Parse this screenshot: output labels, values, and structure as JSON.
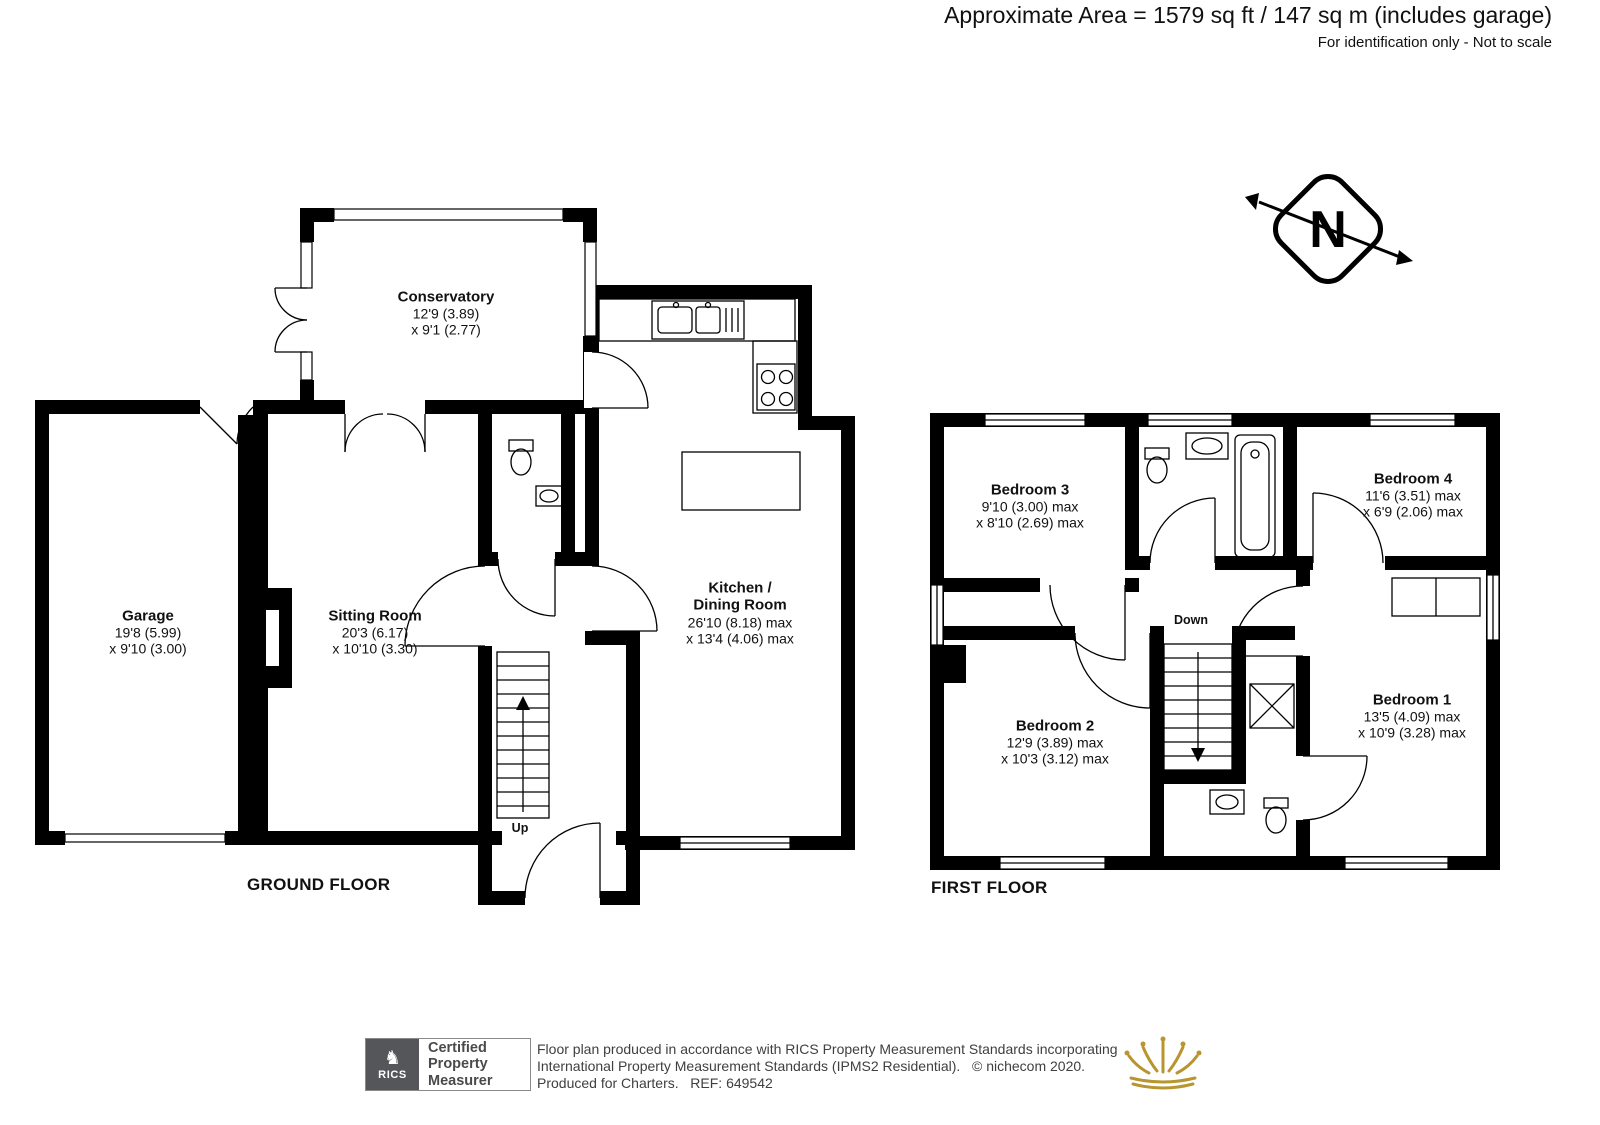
{
  "header": {
    "area": "Approximate Area = 1579 sq ft / 147 sq m (includes garage)",
    "disclaimer": "For identification only - Not to scale"
  },
  "compass": {
    "north": "N"
  },
  "ground_floor": {
    "title": "GROUND FLOOR",
    "stairs_label": "Up",
    "rooms": {
      "conservatory": {
        "name": "Conservatory",
        "dims": [
          "12'9 (3.89)",
          "x 9'1 (2.77)"
        ]
      },
      "garage": {
        "name": "Garage",
        "dims": [
          "19'8 (5.99)",
          "x 9'10 (3.00)"
        ]
      },
      "sitting_room": {
        "name": "Sitting Room",
        "dims": [
          "20'3 (6.17)",
          "x 10'10 (3.30)"
        ]
      },
      "kitchen_dining": {
        "name": [
          "Kitchen /",
          "Dining Room"
        ],
        "dims": [
          "26'10 (8.18) max",
          "x 13'4 (4.06) max"
        ]
      }
    }
  },
  "first_floor": {
    "title": "FIRST FLOOR",
    "stairs_label": "Down",
    "rooms": {
      "bedroom3": {
        "name": "Bedroom 3",
        "dims": [
          "9'10 (3.00) max",
          "x 8'10 (2.69) max"
        ]
      },
      "bedroom4": {
        "name": "Bedroom 4",
        "dims": [
          "11'6 (3.51) max",
          "x 6'9 (2.06) max"
        ]
      },
      "bedroom2": {
        "name": "Bedroom 2",
        "dims": [
          "12'9 (3.89) max",
          "x 10'3 (3.12) max"
        ]
      },
      "bedroom1": {
        "name": "Bedroom 1",
        "dims": [
          "13'5 (4.09) max",
          "x 10'9 (3.28) max"
        ]
      }
    }
  },
  "footer": {
    "rics_badge": {
      "org": "RICS",
      "label_lines": [
        "Certified",
        "Property",
        "Measurer"
      ]
    },
    "lines": [
      "Floor plan produced in accordance with RICS Property Measurement Standards incorporating",
      "International Property Measurement Standards (IPMS2 Residential).   © nichecom 2020.",
      "Produced for Charters.   REF: 649542"
    ]
  },
  "icons": {
    "rics_crest": "♞"
  },
  "colors": {
    "wall": "#000000",
    "crown_gold": "#b8952e",
    "badge_gray": "#55565a"
  }
}
